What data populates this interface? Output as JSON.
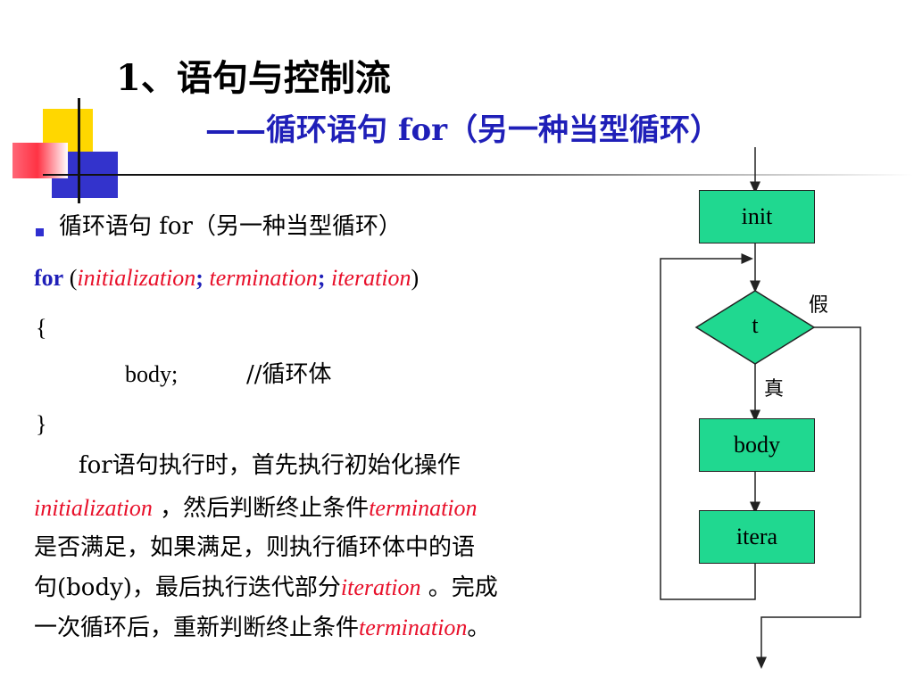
{
  "slide": {
    "title": "1、语句与控制流",
    "subtitle": "——循环语句 for（另一种当型循环）"
  },
  "content": {
    "bullet": "循环语句 for（另一种当型循环）",
    "syntax": {
      "keyword": "for",
      "open": " (",
      "p1": "initialization",
      "sep1": ";",
      "p2": " termination",
      "sep2": ";",
      "p3": " iteration",
      "close": ")"
    },
    "brace_open": "{",
    "body_stmt": "body;",
    "body_comment": "//循环体",
    "brace_close": "}",
    "paragraph": {
      "l1": "for语句执行时，首先执行初始化操作",
      "l2_red": "initialization",
      "l2_rest": " ，然后判断终止条件",
      "l2_red2": "termination",
      "l3": "是否满足，如果满足，则执行循环体中的语",
      "l4_a": "句(body)，最后执行迭代部分",
      "l4_red": "iteration",
      "l4_b": " 。完成",
      "l5_a": "一次循环后，重新判断终止条件",
      "l5_red": "termination",
      "l5_b": "。"
    }
  },
  "flowchart": {
    "init": "init",
    "test": "t",
    "body": "body",
    "itera": "itera",
    "false_label": "假",
    "true_label": "真",
    "colors": {
      "node_fill": "#20d890",
      "stroke": "#222222"
    }
  }
}
